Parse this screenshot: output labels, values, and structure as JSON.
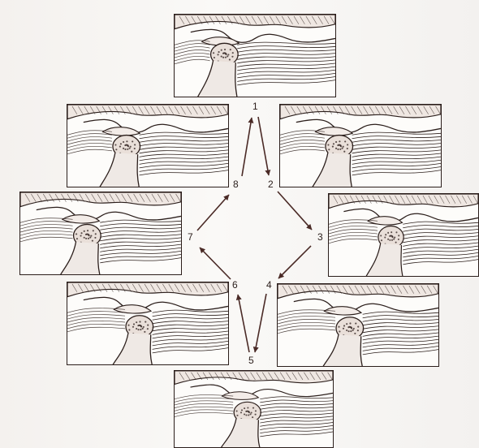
{
  "diagram": {
    "steps": [
      {
        "label": "1"
      },
      {
        "label": "2"
      },
      {
        "label": "3"
      },
      {
        "label": "4"
      },
      {
        "label": "5"
      },
      {
        "label": "6"
      },
      {
        "label": "7"
      },
      {
        "label": "8"
      }
    ],
    "colors": {
      "ink": "#2b1e1b",
      "arrow": "#4a2a26",
      "paper": "#fdfcfa"
    }
  }
}
